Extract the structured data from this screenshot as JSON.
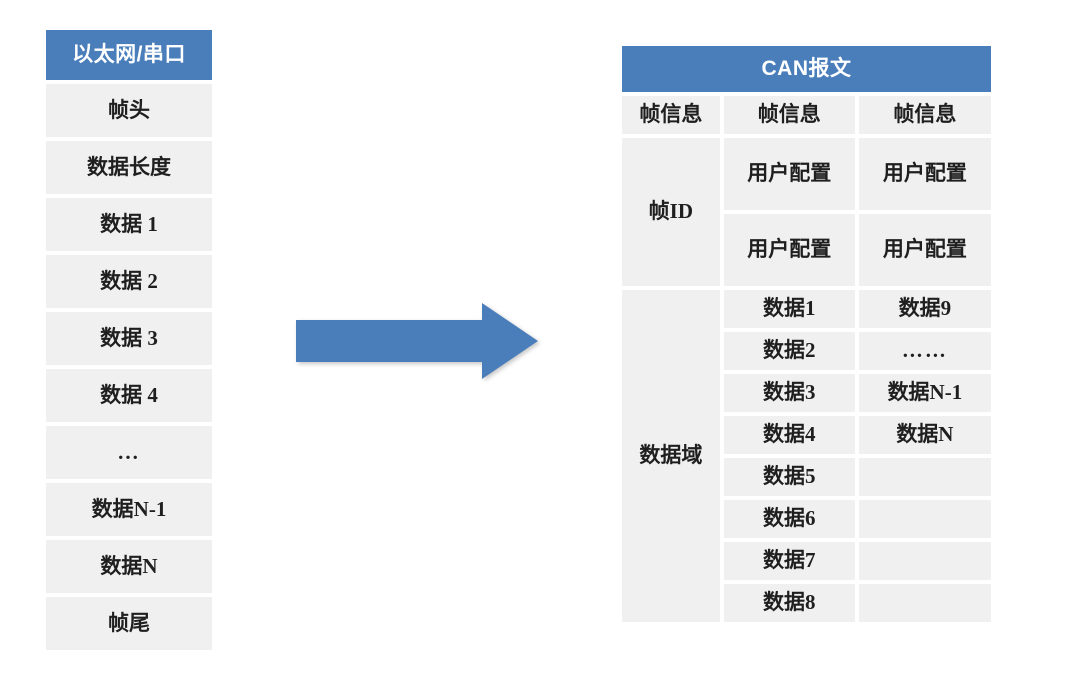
{
  "colors": {
    "header_blue": "#4a7ebb",
    "cell_gray": "#f0f0f0",
    "label_blue": "#1f3864",
    "text_black": "#1f1f1f",
    "arrow_blue": "#4a7ebb"
  },
  "left_table": {
    "header": "以太网/串口",
    "rows": [
      {
        "label": "帧头",
        "style": "black"
      },
      {
        "label": "数据长度",
        "style": "black"
      },
      {
        "label": "数据 1",
        "style": "blue"
      },
      {
        "label": "数据 2",
        "style": "blue"
      },
      {
        "label": "数据 3",
        "style": "blue"
      },
      {
        "label": "数据 4",
        "style": "blue"
      },
      {
        "label": "...",
        "style": "dots"
      },
      {
        "label": "数据N-1",
        "style": "blue"
      },
      {
        "label": "数据N",
        "style": "blue"
      },
      {
        "label": "帧尾",
        "style": "black"
      }
    ]
  },
  "arrow": {
    "name": "right-arrow",
    "direction": "right"
  },
  "right_table": {
    "header": "CAN报文",
    "sections": [
      {
        "label": "帧信息",
        "label_style": "black",
        "label_is_cell": true,
        "rows": [
          {
            "col2": "帧信息",
            "col3": "帧信息",
            "style": "black"
          }
        ]
      },
      {
        "label": "帧ID",
        "label_style": "black",
        "rows": [
          {
            "col2": "用户配置",
            "col3": "用户配置",
            "style": "black"
          },
          {
            "col2": "用户配置",
            "col3": "用户配置",
            "style": "black"
          }
        ]
      },
      {
        "label": "数据域",
        "label_style": "black",
        "rows": [
          {
            "col2": "数据1",
            "col3": "数据9",
            "style": "blue"
          },
          {
            "col2": "数据2",
            "col3": "……",
            "style": "blue"
          },
          {
            "col2": "数据3",
            "col3": "数据N-1",
            "style": "blue"
          },
          {
            "col2": "数据4",
            "col3": "数据N",
            "style": "blue"
          },
          {
            "col2": "数据5",
            "col3": "",
            "style": "blue"
          },
          {
            "col2": "数据6",
            "col3": "",
            "style": "blue"
          },
          {
            "col2": "数据7",
            "col3": "",
            "style": "blue"
          },
          {
            "col2": "数据8",
            "col3": "",
            "style": "blue"
          }
        ]
      }
    ]
  }
}
